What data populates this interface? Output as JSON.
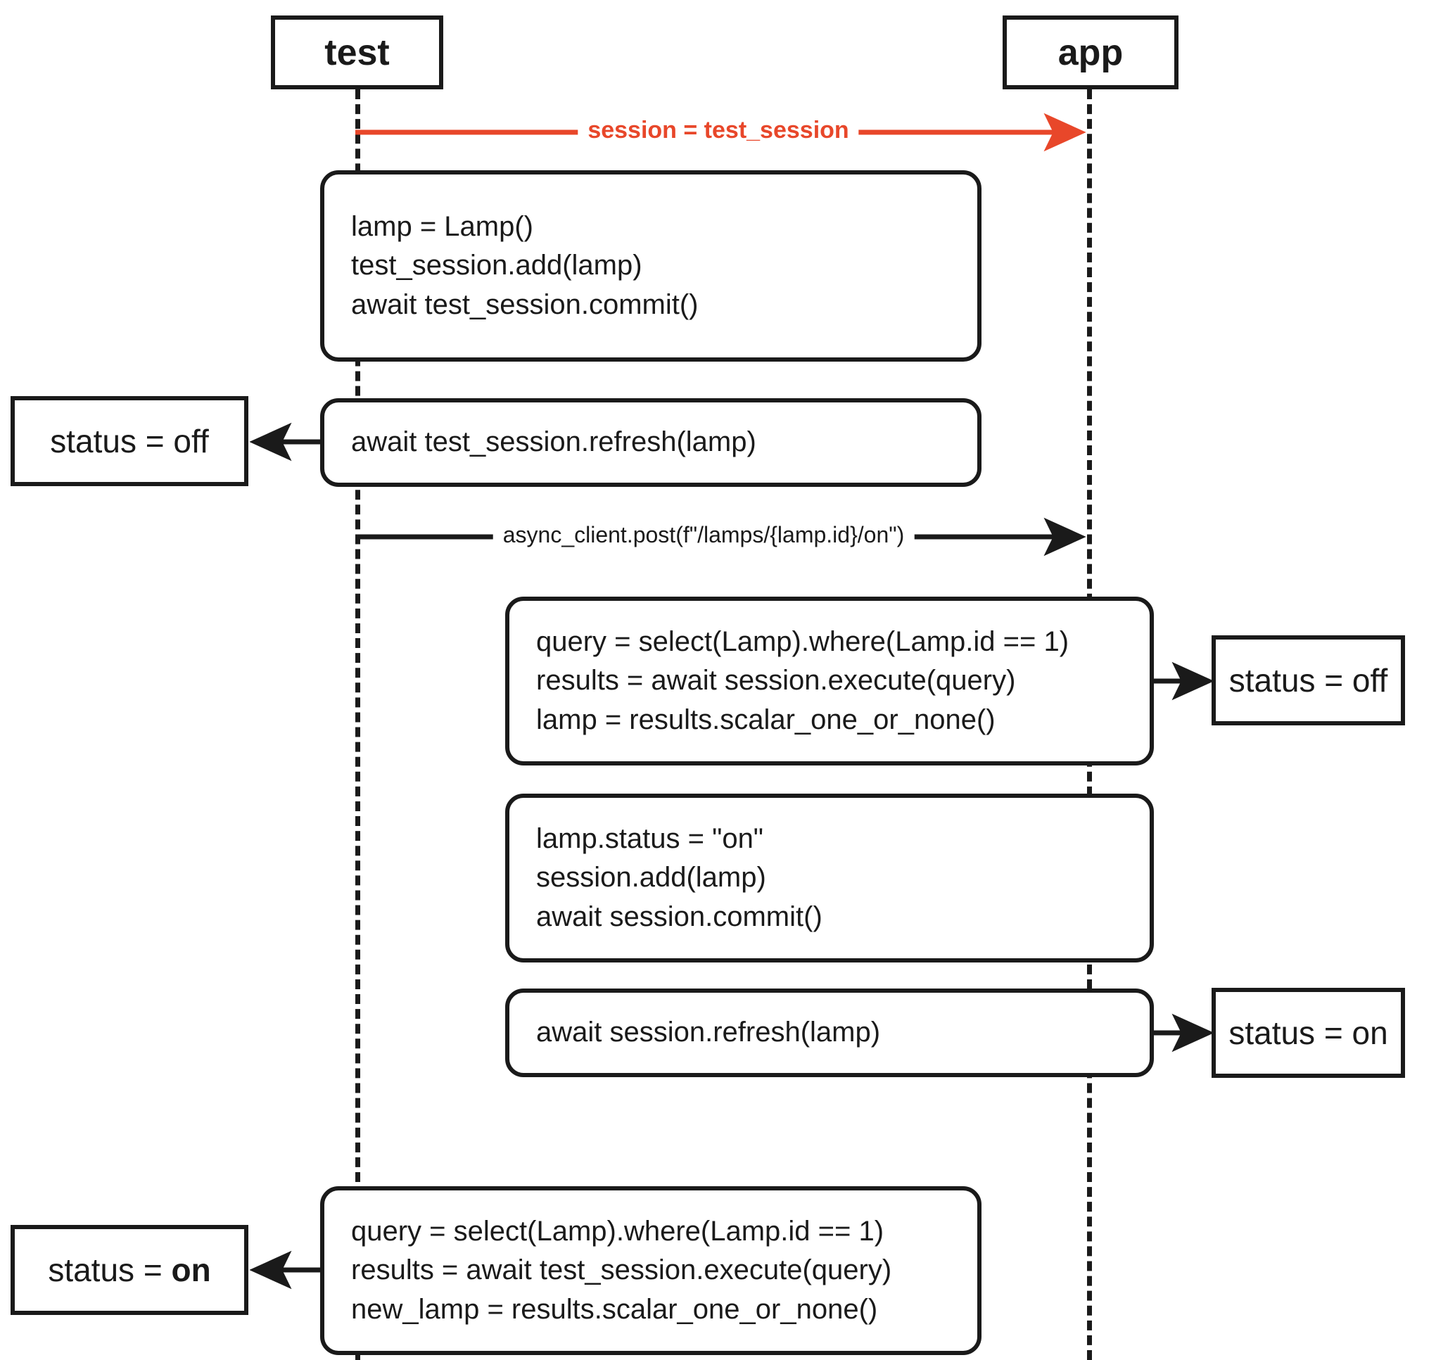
{
  "diagram": {
    "type": "sequence-diagram",
    "title": "",
    "colors": {
      "stroke": "#1a1a1a",
      "accent": "#e8472a",
      "background": "#ffffff"
    },
    "participants": [
      {
        "id": "test",
        "label": "test"
      },
      {
        "id": "app",
        "label": "app"
      }
    ],
    "messages": [
      {
        "id": "m1",
        "from": "test",
        "to": "app",
        "label": "session = test_session",
        "color": "#e8472a",
        "bold": true
      },
      {
        "id": "m2",
        "from": "test",
        "to": "app",
        "label": "async_client.post(f\"/lamps/{lamp.id}/on\")",
        "color": "#1a1a1a",
        "bold": false
      }
    ],
    "notes": [
      {
        "id": "n1",
        "owner": "test",
        "lines": [
          "lamp = Lamp()",
          "test_session.add(lamp)",
          "await test_session.commit()"
        ]
      },
      {
        "id": "n2",
        "owner": "test",
        "lines": [
          "await test_session.refresh(lamp)"
        ]
      },
      {
        "id": "n3",
        "owner": "app",
        "lines": [
          "query = select(Lamp).where(Lamp.id == 1)",
          "results = await session.execute(query)",
          "lamp = results.scalar_one_or_none()"
        ]
      },
      {
        "id": "n4",
        "owner": "app",
        "lines": [
          "lamp.status = \"on\"",
          "session.add(lamp)",
          "await session.commit()"
        ]
      },
      {
        "id": "n5",
        "owner": "app",
        "lines": [
          "await session.refresh(lamp)"
        ]
      },
      {
        "id": "n6",
        "owner": "test",
        "lines": [
          "query = select(Lamp).where(Lamp.id == 1)",
          "results = await test_session.execute(query)",
          "new_lamp = results.scalar_one_or_none()"
        ]
      }
    ],
    "states": [
      {
        "id": "s1",
        "side": "left",
        "prefix": "status = ",
        "value": "off",
        "bold_value": false
      },
      {
        "id": "s2",
        "side": "right",
        "prefix": "status = ",
        "value": "off",
        "bold_value": false
      },
      {
        "id": "s3",
        "side": "right",
        "prefix": "status = ",
        "value": "on",
        "bold_value": false
      },
      {
        "id": "s4",
        "side": "left",
        "prefix": "status = ",
        "value": "on",
        "bold_value": true
      }
    ]
  }
}
